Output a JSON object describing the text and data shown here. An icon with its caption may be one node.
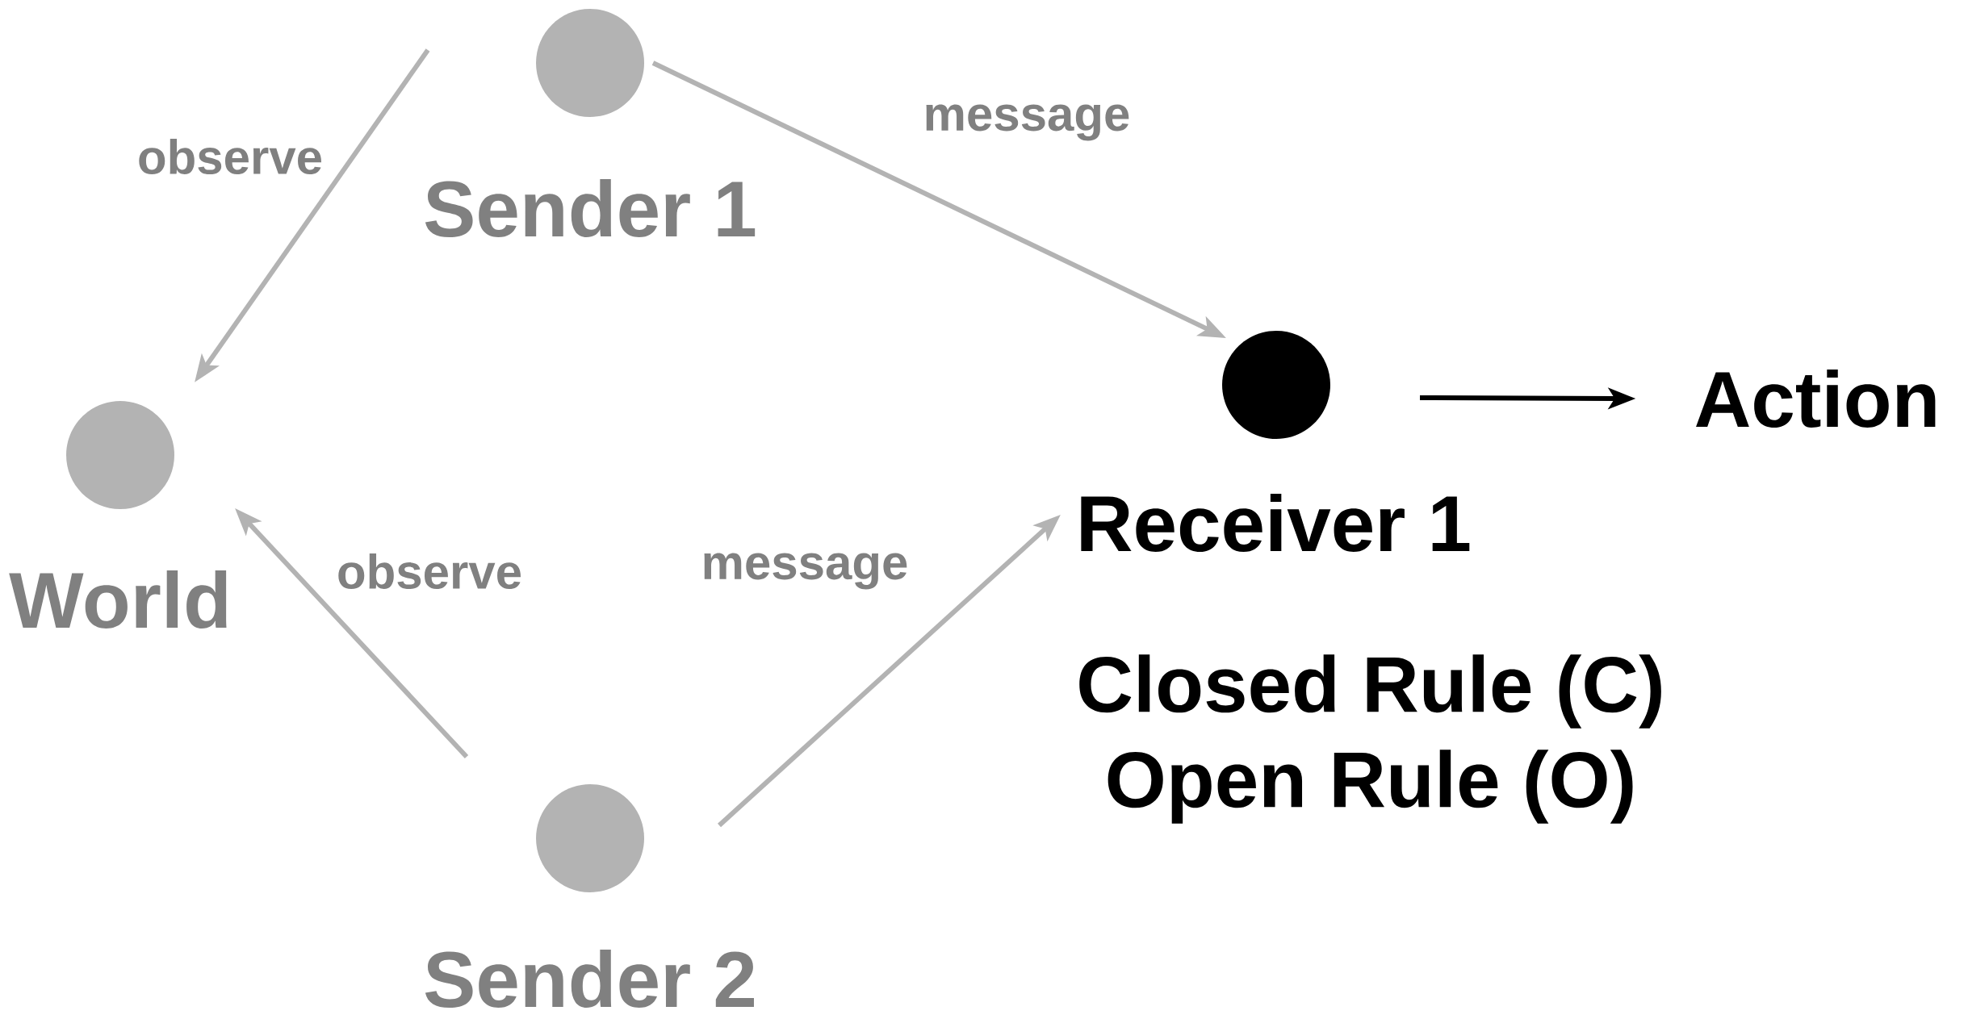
{
  "diagram": {
    "nodes": [
      {
        "text": [
          "Sender 1"
        ]
      },
      {
        "text": [
          "World"
        ]
      },
      {
        "text": [
          "Receiver 1"
        ]
      },
      {
        "text": [
          "Sender 2"
        ]
      },
      {
        "text": [
          "Action"
        ]
      }
    ],
    "edges": [
      {
        "from": 0,
        "to": 1,
        "arrow": "to",
        "label": "observe"
      },
      {
        "from": 0,
        "to": 2,
        "arrow": "to",
        "label": "message"
      },
      {
        "from": 3,
        "to": 1,
        "arrow": "to",
        "label": "observe"
      },
      {
        "from": 3,
        "to": 2,
        "arrow": "to",
        "label": "message"
      },
      {
        "from": 2,
        "to": 4,
        "arrow": "to",
        "color": "#000000"
      }
    ],
    "labels": [
      "Closed Rule (C)",
      "Open Rule (O)"
    ]
  }
}
